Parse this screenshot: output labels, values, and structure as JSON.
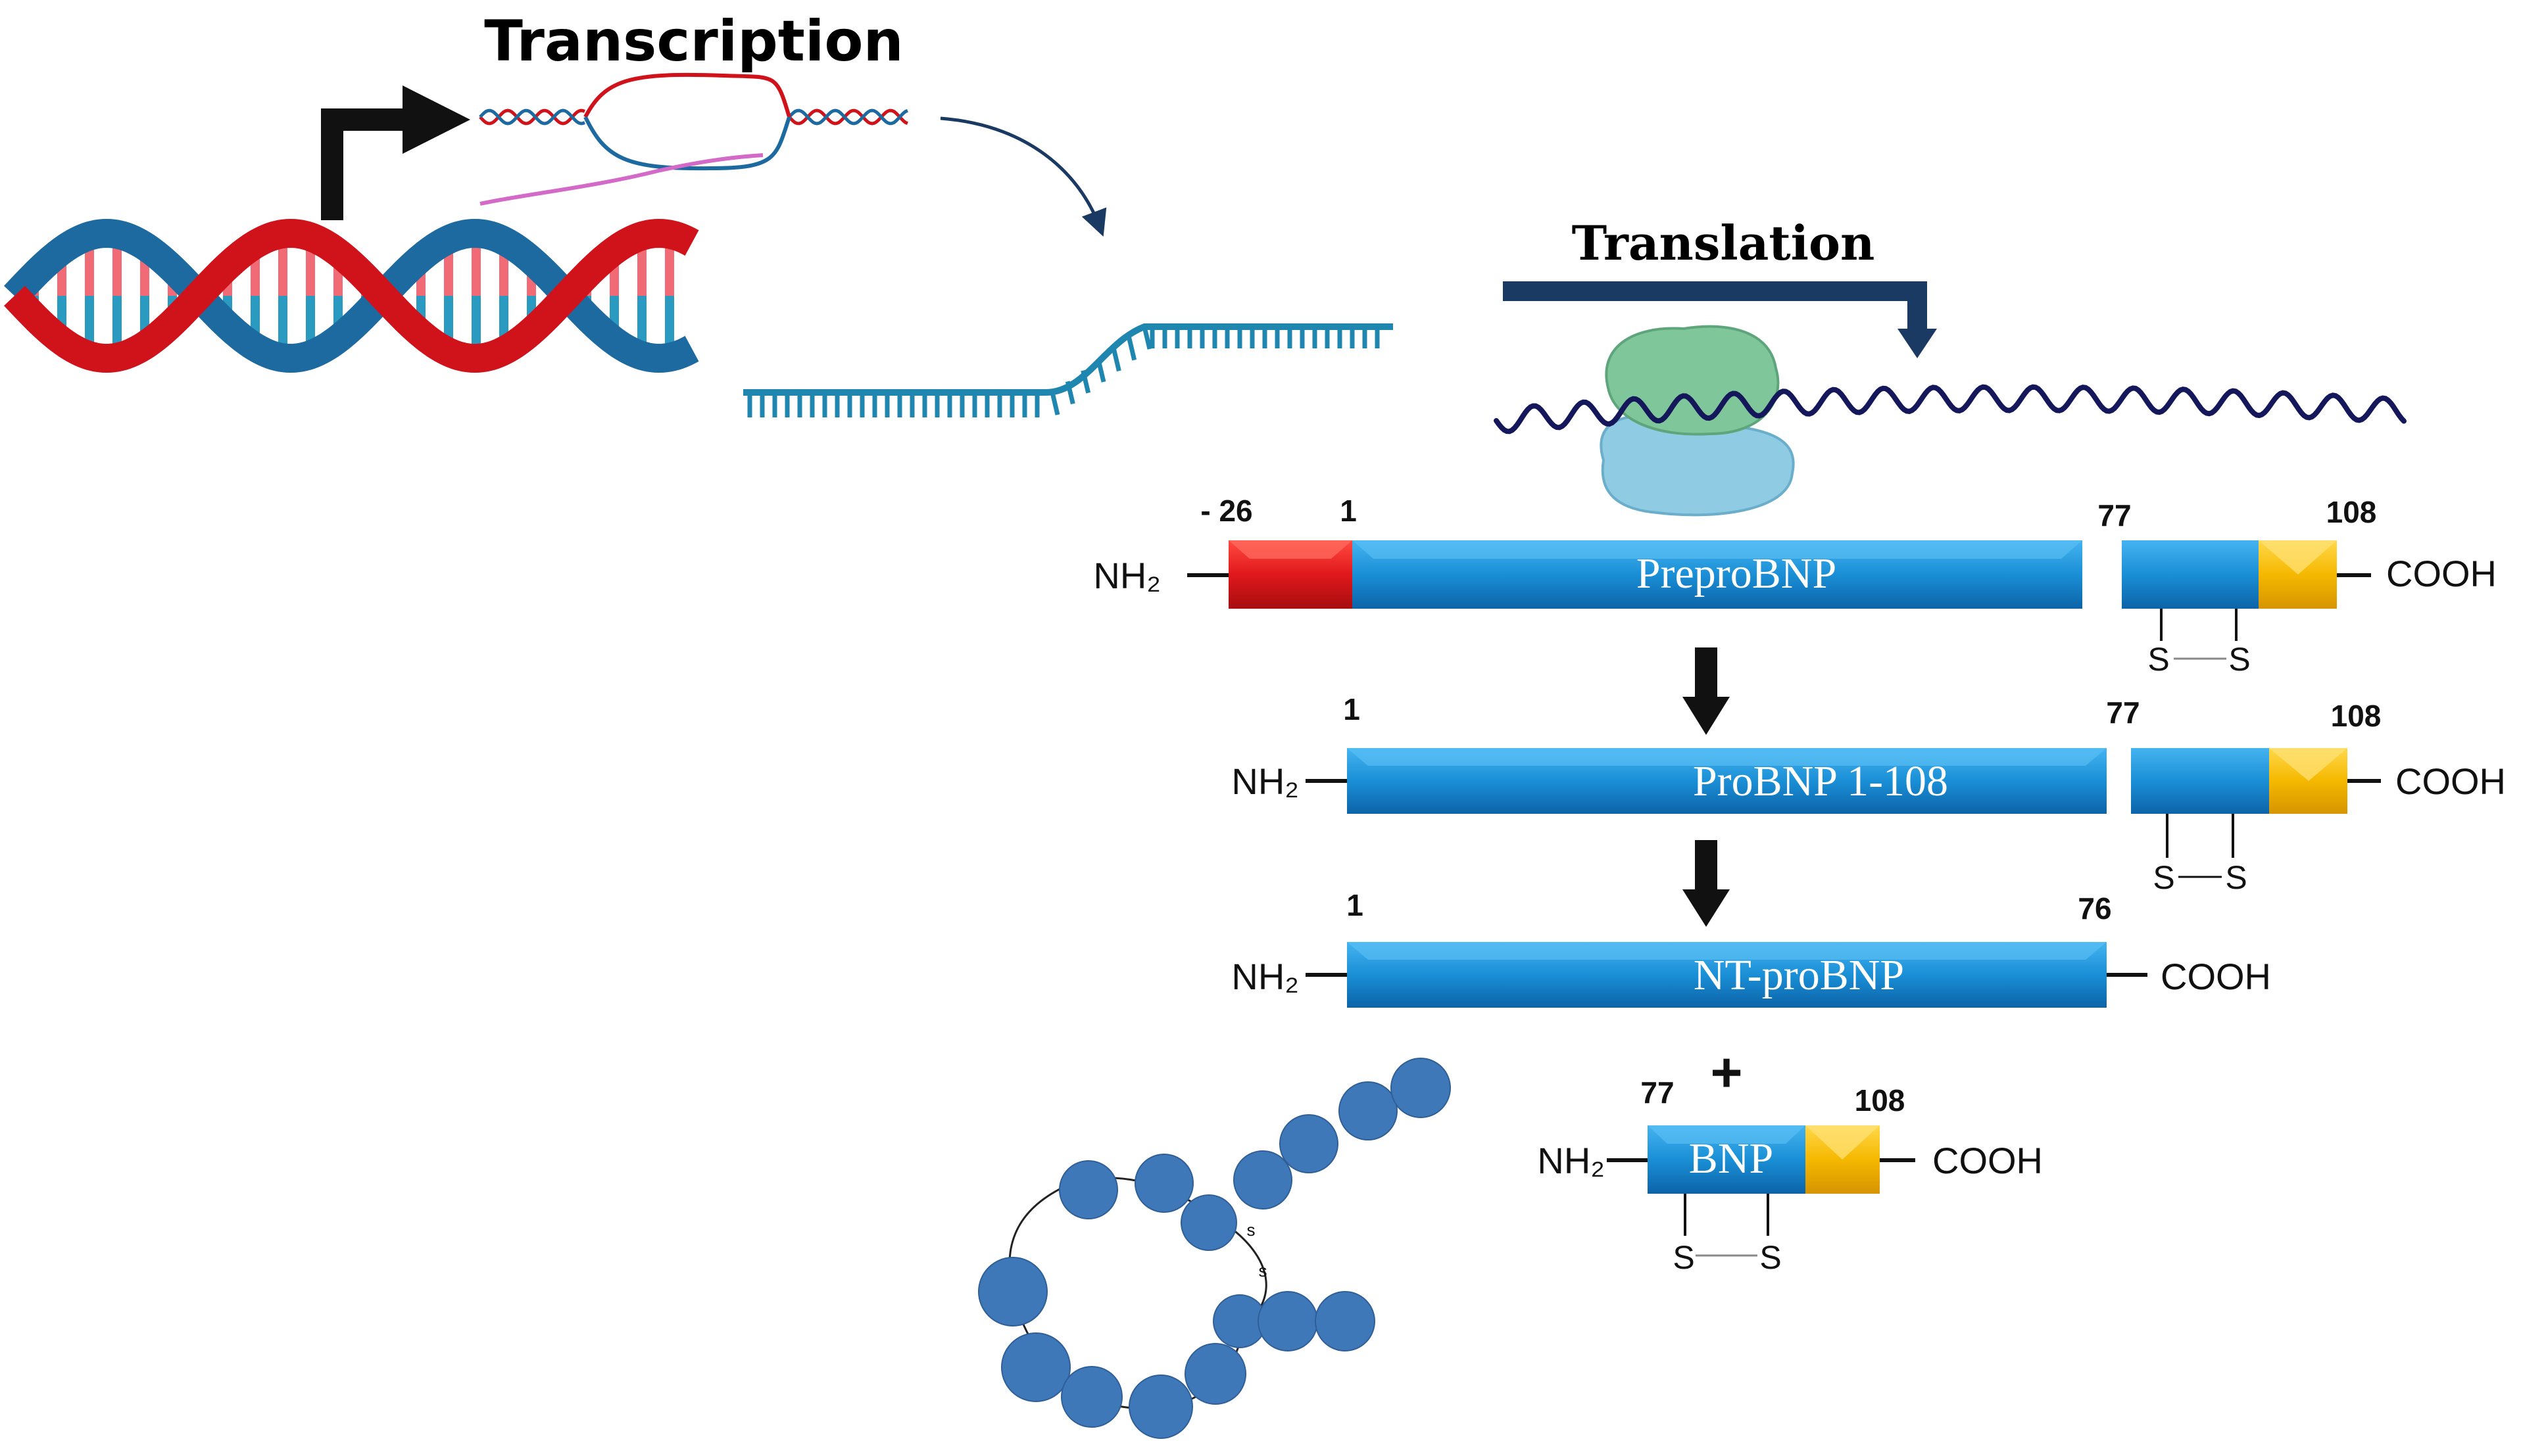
{
  "labels": {
    "transcription": "Transcription",
    "translation": "Translation",
    "plus": "+"
  },
  "terminals": {
    "nh2": "NH₂",
    "cooh": "COOH",
    "s": "S",
    "s_small": "s"
  },
  "prepro": {
    "name": "PreproBNP",
    "pos_signal": "- 26",
    "pos_1": "1",
    "pos_77": "77",
    "pos_108": "108"
  },
  "pro": {
    "name": "ProBNP 1-108",
    "pos_1": "1",
    "pos_77": "77",
    "pos_108": "108"
  },
  "ntpro": {
    "name": "NT-proBNP",
    "pos_1": "1",
    "pos_76": "76"
  },
  "bnp": {
    "name": "BNP",
    "pos_77": "77",
    "pos_108": "108"
  },
  "colors": {
    "dna_red": "#d0121b",
    "dna_blue": "#1c6aa0",
    "mrna_teal": "#1f86b0",
    "segment_blue": "#1a8fd6",
    "signal_red": "#e0181b",
    "bnp_gold": "#f5b800",
    "arrow_navy": "#1a3a63",
    "peptide_blue": "#3f78b8",
    "ribosome_green": "#7fc79a",
    "ribosome_blue": "#8fcbe2"
  },
  "icons": [
    "promoter-arrow-icon",
    "dna-helix-icon",
    "mrna-icon",
    "ribosome-icon",
    "peptide-chain-icon",
    "bnp-peptide-ring-icon"
  ]
}
